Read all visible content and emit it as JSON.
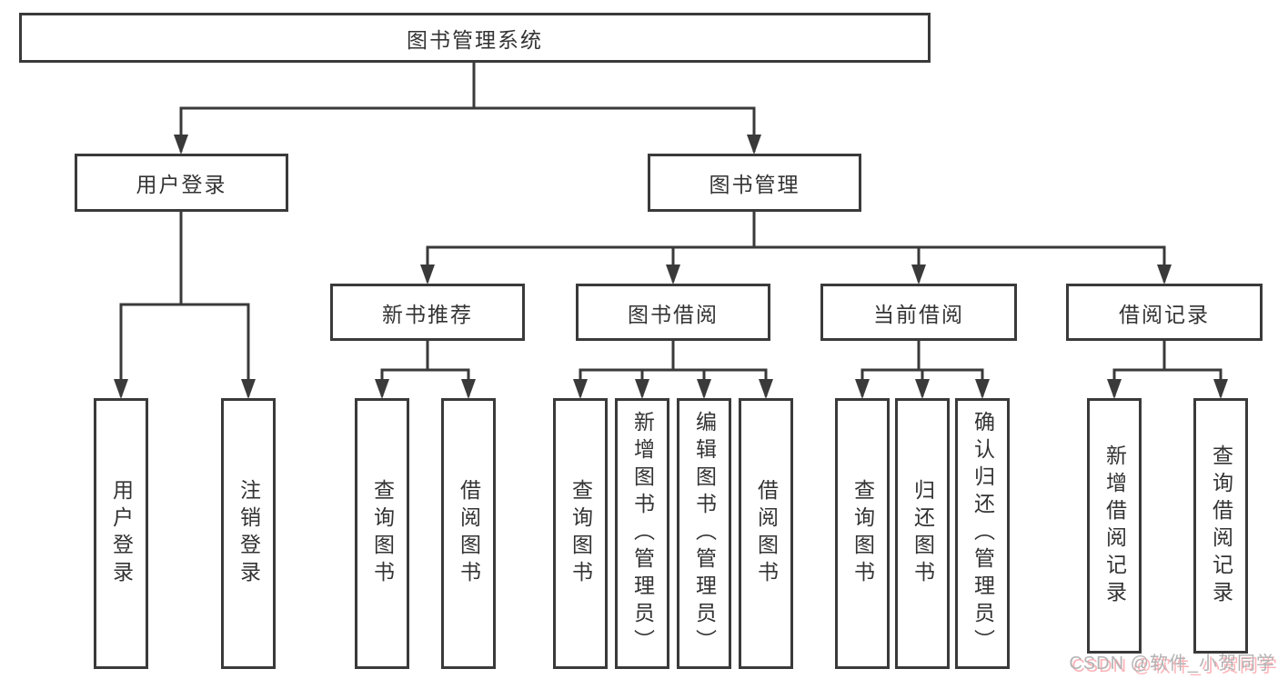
{
  "diagram": {
    "root": {
      "label": "图书管理系统"
    },
    "level2": [
      {
        "label": "用户登录"
      },
      {
        "label": "图书管理"
      }
    ],
    "level3": [
      {
        "label": "新书推荐"
      },
      {
        "label": "图书借阅"
      },
      {
        "label": "当前借阅"
      },
      {
        "label": "借阅记录"
      }
    ],
    "leaves": [
      {
        "label": "用户登录"
      },
      {
        "label": "注销登录"
      },
      {
        "label": "查询图书"
      },
      {
        "label": "借阅图书"
      },
      {
        "label": "查询图书"
      },
      {
        "label": "新增图书（管理员）"
      },
      {
        "label": "编辑图书（管理员）"
      },
      {
        "label": "借阅图书"
      },
      {
        "label": "查询图书"
      },
      {
        "label": "归还图书"
      },
      {
        "label": "确认归还（管理员）"
      },
      {
        "label": "新增借阅记录"
      },
      {
        "label": "查询借阅记录"
      }
    ]
  },
  "watermark": {
    "text": "CSDN @软件_小贺同学"
  },
  "colors": {
    "line": "#3a3a3a",
    "text": "#333333",
    "background": "#ffffff",
    "watermark_gray": "#b3b3b3",
    "watermark_red": "#fc5560"
  }
}
